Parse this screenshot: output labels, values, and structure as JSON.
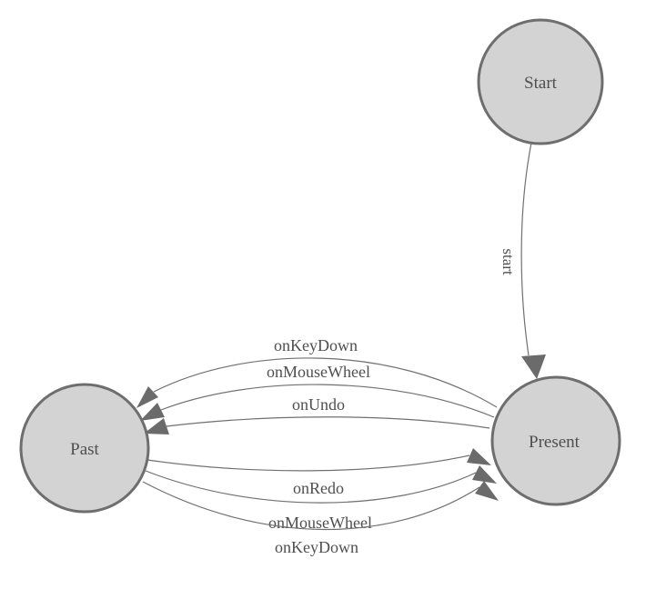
{
  "diagram": {
    "type": "state-machine",
    "background_color": "#ffffff",
    "node_fill_color": "#d3d3d3",
    "node_stroke_color": "#6e6e6e",
    "edge_color": "#707070",
    "arrow_color": "#6b6b6b",
    "label_color": "#4f4f4f",
    "nodes": [
      {
        "id": "start",
        "label": "Start"
      },
      {
        "id": "present",
        "label": "Present"
      },
      {
        "id": "past",
        "label": "Past"
      }
    ],
    "edges": [
      {
        "from": "Start",
        "to": "Present",
        "label": "start"
      },
      {
        "from": "Present",
        "to": "Past",
        "label": "onKeyDown"
      },
      {
        "from": "Present",
        "to": "Past",
        "label": "onMouseWheel"
      },
      {
        "from": "Present",
        "to": "Past",
        "label": "onUndo"
      },
      {
        "from": "Past",
        "to": "Present",
        "label": "onRedo"
      },
      {
        "from": "Past",
        "to": "Present",
        "label": "onMouseWheel"
      },
      {
        "from": "Past",
        "to": "Present",
        "label": "onKeyDown"
      }
    ]
  }
}
